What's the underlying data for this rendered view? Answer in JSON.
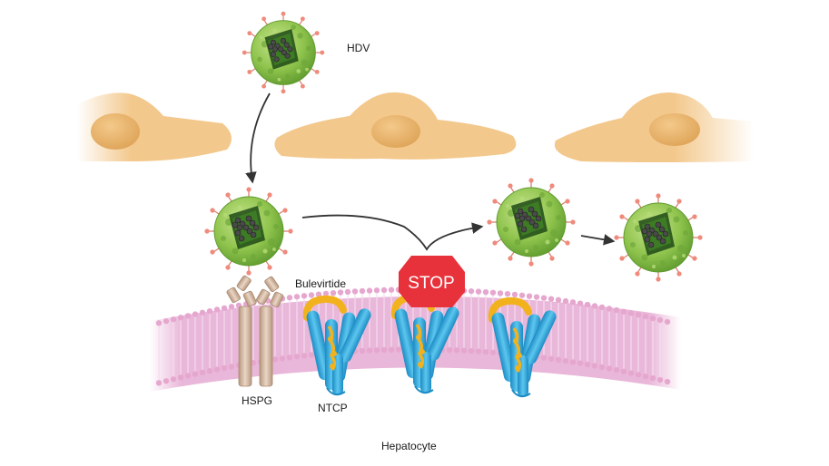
{
  "labels": {
    "virus": "HDV",
    "drug": "Bulevirtide",
    "stop": "STOP",
    "hspg": "HSPG",
    "ntcp": "NTCP",
    "cell": "Hepatocyte"
  },
  "colors": {
    "cell_body": "#f3c88c",
    "nucleus": "#e8b468",
    "membrane": "#e9b7d9",
    "membrane_dots": "#e6a7cf",
    "virus_green": "#8ec34c",
    "virus_dark": "#2f5f1e",
    "virus_spikes": "#f08a7c",
    "hspg": "#c9ab95",
    "ntcp": "#2aa6dc",
    "bulevirtide": "#f2b21d",
    "stop_sign": "#e8323b"
  },
  "icons": [
    "hdv-virion-icon",
    "stop-sign-icon",
    "hspg-receptor-icon",
    "ntcp-receptor-icon",
    "arrow-icon"
  ]
}
